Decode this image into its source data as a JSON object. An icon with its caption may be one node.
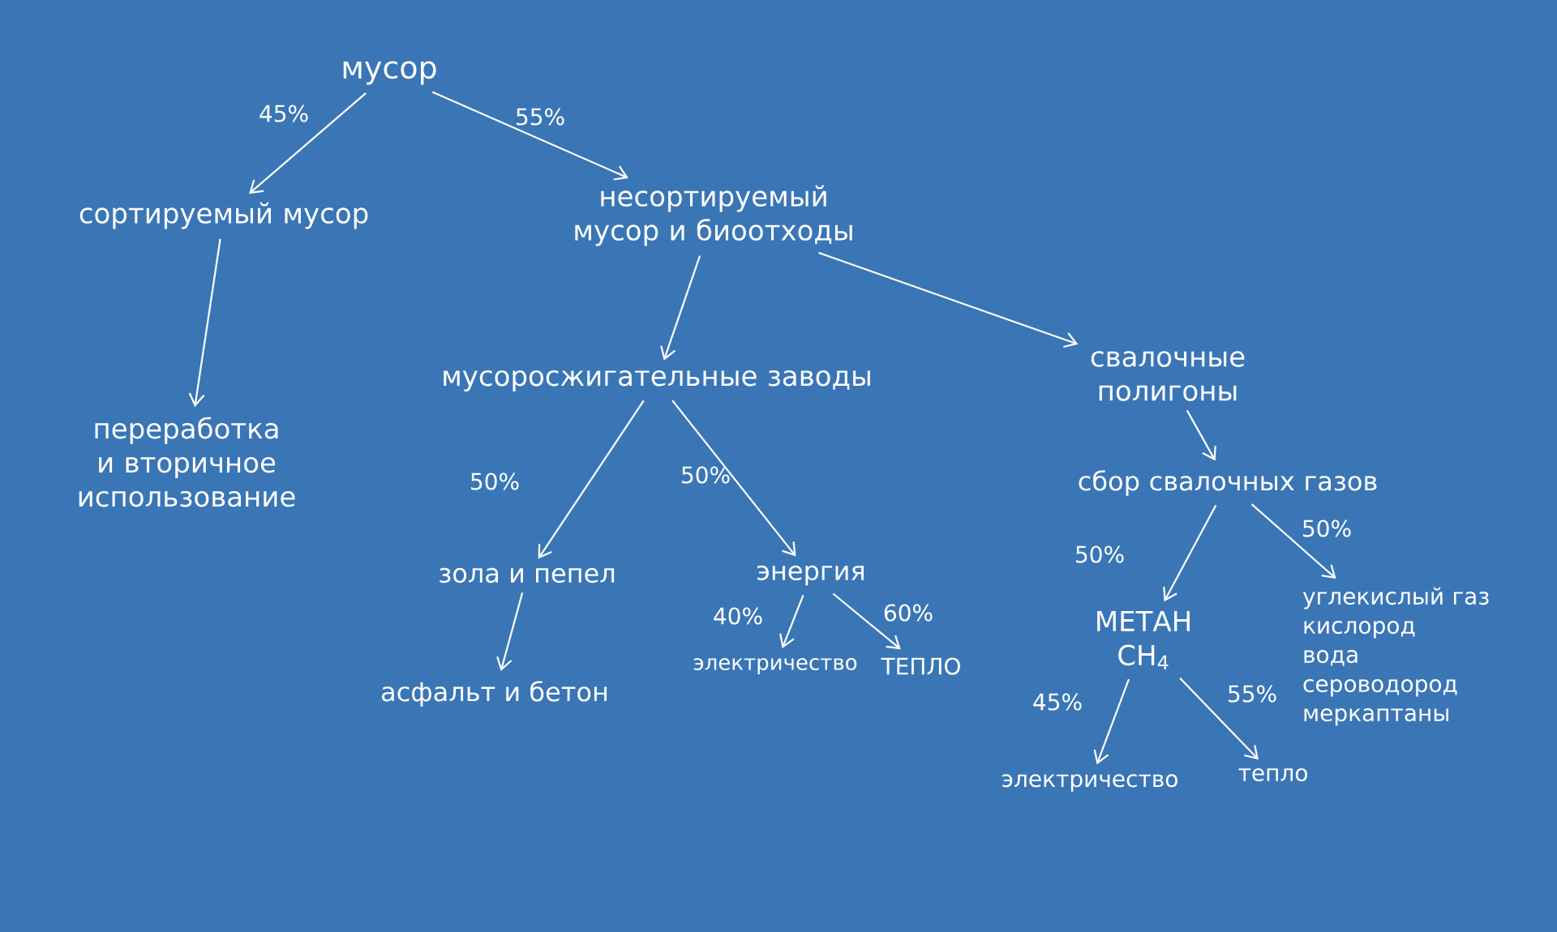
{
  "diagram": {
    "nodes": [
      {
        "text": [
          "мусор"
        ]
      },
      {
        "text": [
          "сортируемый мусор"
        ]
      },
      {
        "text": [
          "несортируемый мусор и биоотходы"
        ]
      },
      {
        "text": [
          "переработка и вторичное использование"
        ]
      },
      {
        "text": [
          "мусоросжигательные заводы"
        ]
      },
      {
        "text": [
          "свалочные полигоны"
        ]
      },
      {
        "text": [
          "зола и пепел"
        ]
      },
      {
        "text": [
          "энергия"
        ]
      },
      {
        "text": [
          "асфальт и бетон"
        ]
      },
      {
        "text": [
          "электричество"
        ]
      },
      {
        "text": [
          "ТЕПЛО"
        ]
      },
      {
        "text": [
          "сбор свалочных газов"
        ]
      },
      {
        "text": [
          "МЕТАН CH$_{4}$"
        ]
      },
      {
        "text": [
          "углекислый газ",
          "кислород",
          "вода",
          "сероводород",
          "меркаптаны"
        ]
      },
      {
        "text": [
          "электричество"
        ]
      },
      {
        "text": [
          "тепло"
        ]
      }
    ],
    "edges": [
      {
        "from": 0,
        "to": 1,
        "arrow": "to",
        "label": "45%"
      },
      {
        "from": 0,
        "to": 2,
        "arrow": "to",
        "label": "55%"
      },
      {
        "from": 1,
        "to": 3,
        "arrow": "to"
      },
      {
        "from": 2,
        "to": 4,
        "arrow": "to"
      },
      {
        "from": 2,
        "to": 5,
        "arrow": "to"
      },
      {
        "from": 4,
        "to": 6,
        "arrow": "to",
        "label": "50%"
      },
      {
        "from": 4,
        "to": 7,
        "arrow": "to",
        "label": "50%"
      },
      {
        "from": 7,
        "to": 9,
        "arrow": "to",
        "label": "40%"
      },
      {
        "from": 7,
        "to": 10,
        "arrow": "to",
        "label": "60%"
      },
      {
        "from": 6,
        "to": 8,
        "arrow": "to"
      },
      {
        "from": 5,
        "to": 11,
        "arrow": "to"
      },
      {
        "from": 11,
        "to": 12,
        "arrow": "to",
        "label": "50%"
      },
      {
        "from": 11,
        "to": 13,
        "arrow": "to",
        "label": "50%"
      },
      {
        "from": 12,
        "to": 14,
        "arrow": "to",
        "label": "45%"
      },
      {
        "from": 12,
        "to": 15,
        "arrow": "to",
        "label": "55%"
      }
    ]
  }
}
